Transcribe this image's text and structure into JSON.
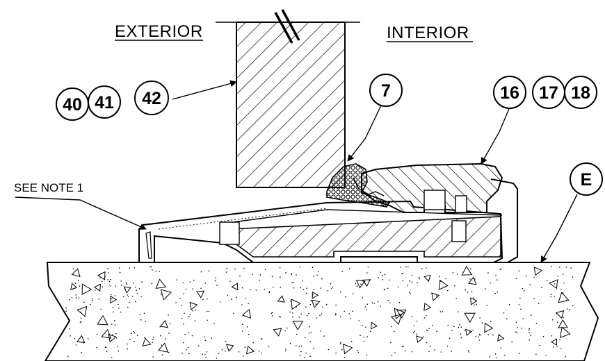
{
  "labels": {
    "exterior": "EXTERIOR",
    "interior": "INTERIOR",
    "see_note": "SEE NOTE 1"
  },
  "callouts": {
    "left": [
      "40",
      "41",
      "42"
    ],
    "seal": "7",
    "right": [
      "16",
      "17",
      "18"
    ],
    "floor": "E"
  },
  "colors": {
    "ink": "#000000",
    "paper": "#ffffff"
  }
}
